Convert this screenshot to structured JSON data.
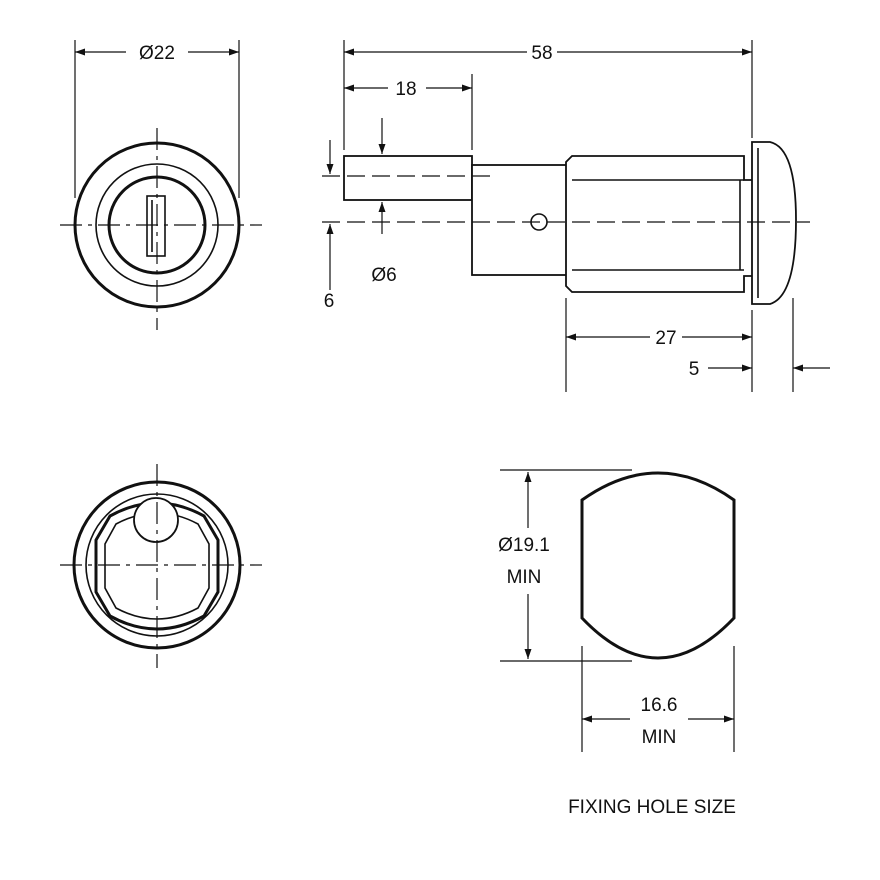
{
  "dimensions": {
    "front_diameter": "Ø22",
    "overall_length": "58",
    "cam_length": "18",
    "cam_diameter": "Ø6",
    "cam_offset": "6",
    "body_length": "27",
    "flange_thickness": "5",
    "hole_height_value": "Ø19.1",
    "hole_height_suffix": "MIN",
    "hole_width_value": "16.6",
    "hole_width_suffix": "MIN"
  },
  "captions": {
    "fixing_hole": "FIXING HOLE SIZE"
  }
}
